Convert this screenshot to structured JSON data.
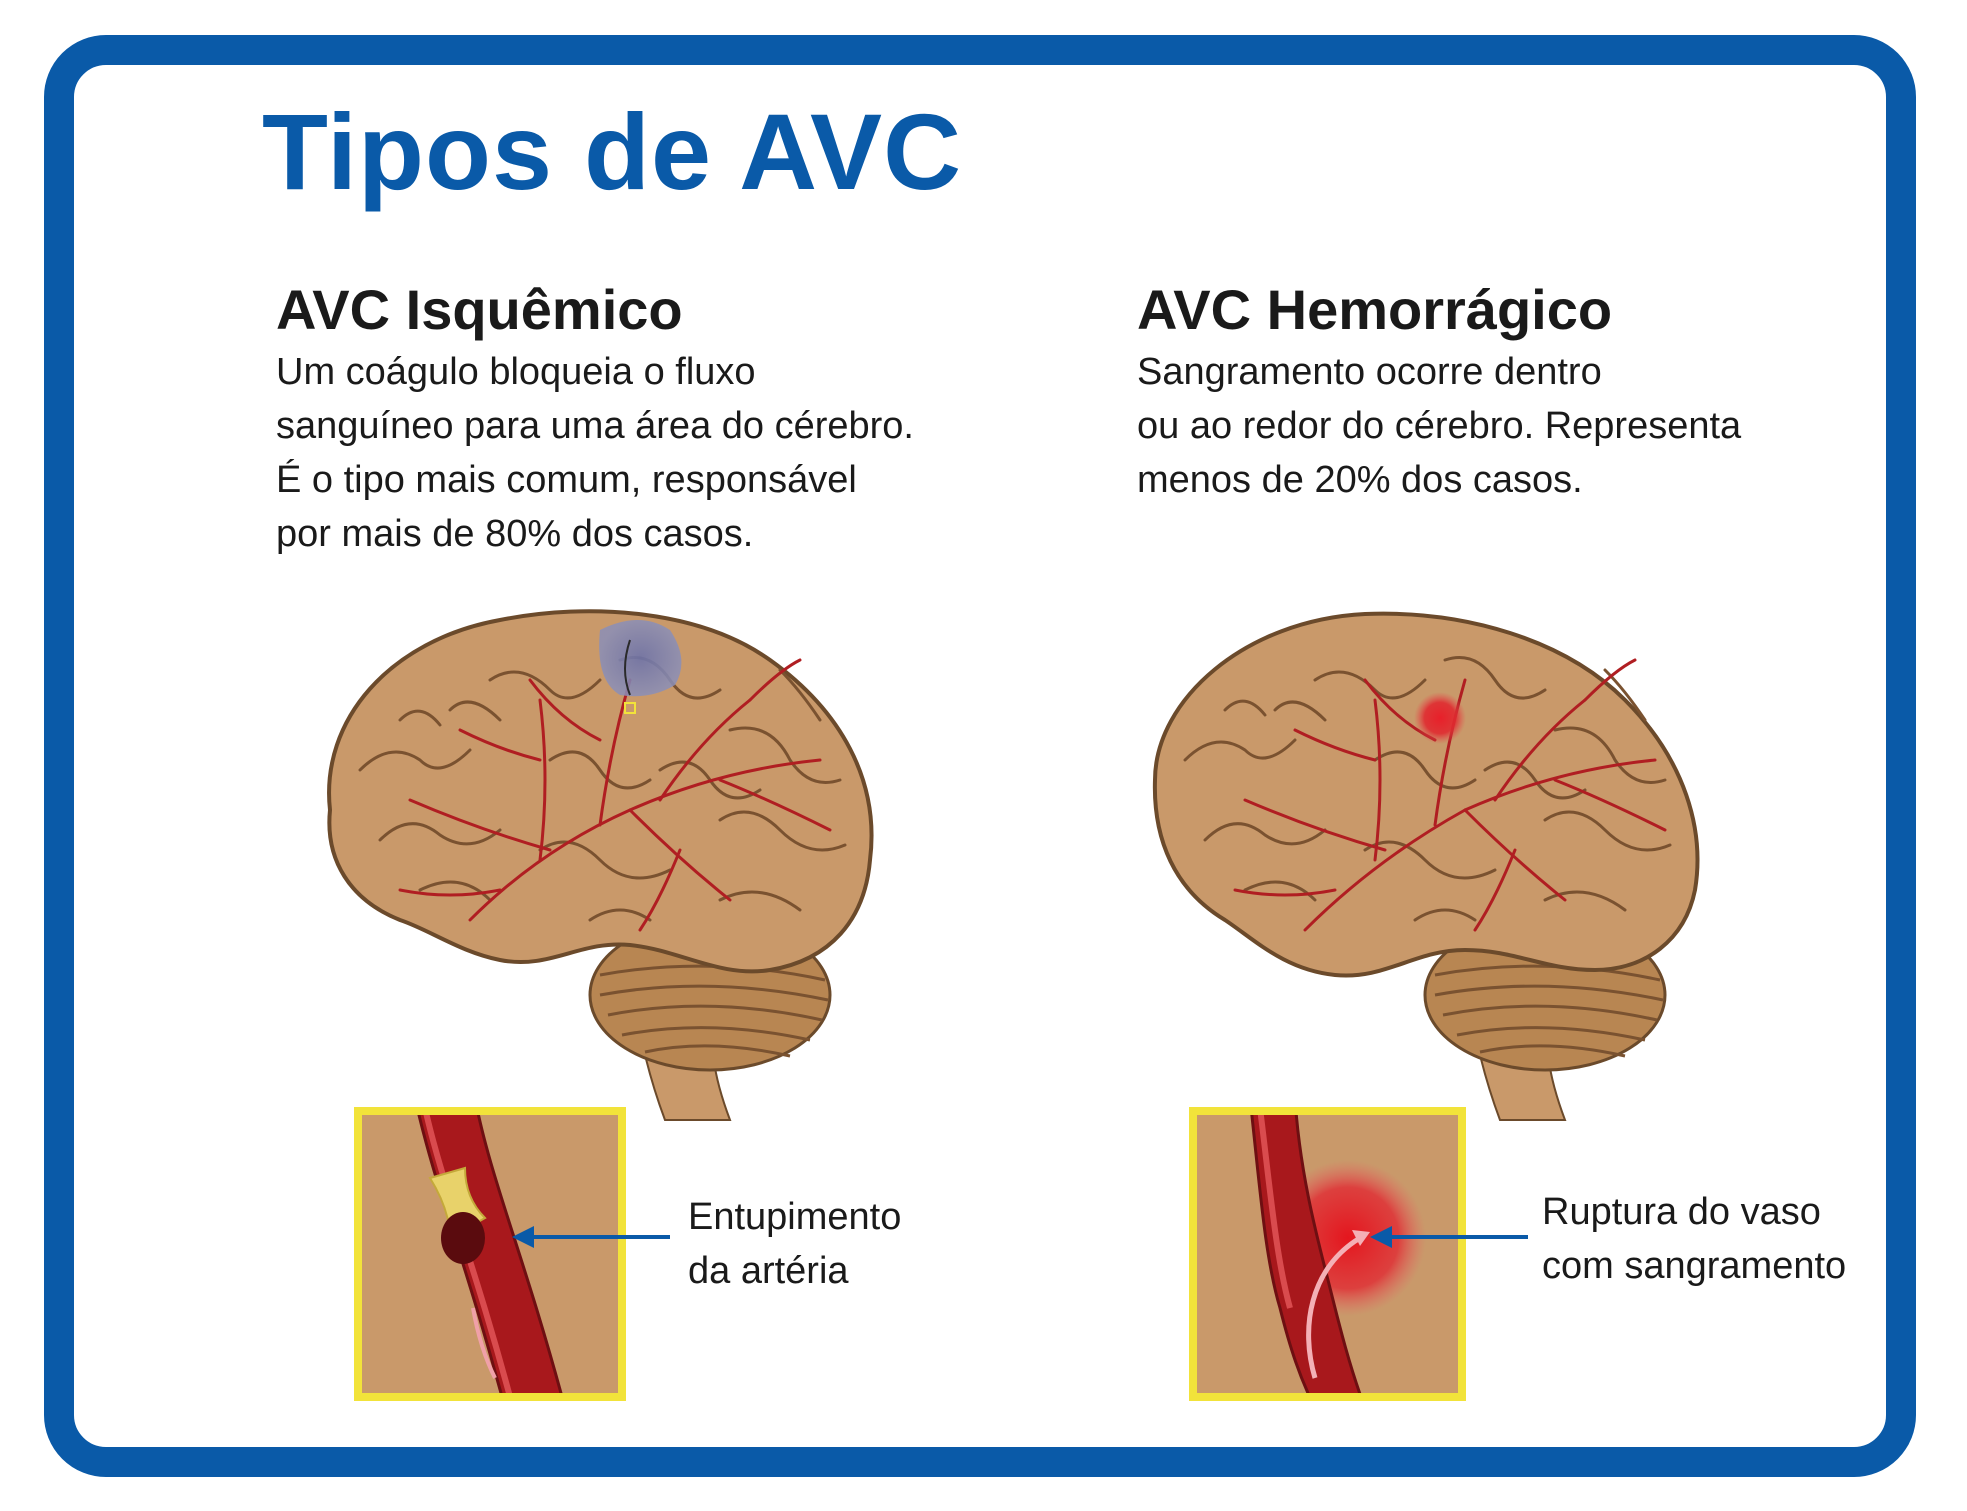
{
  "title": "Tipos de AVC",
  "ischemic": {
    "heading": "AVC Isquêmico",
    "description": [
      "Um coágulo bloqueia o fluxo",
      "sanguíneo para uma área do cérebro.",
      "É o tipo mais comum, responsável",
      "por mais de 80% dos casos."
    ],
    "caption": [
      "Entupimento",
      "da artéria"
    ]
  },
  "hemorrhagic": {
    "heading": "AVC Hemorrágico",
    "description": [
      "Sangramento ocorre dentro",
      "ou ao redor do cérebro. Representa",
      "menos de 20% dos casos."
    ],
    "caption": [
      "Ruptura do vaso",
      "com sangramento"
    ]
  },
  "colors": {
    "frame": "#0a5aa8",
    "brain": "#c9996a",
    "brain_outline": "#6b4a2b",
    "vessel": "#b01e22",
    "inset_border": "#f2e33a",
    "clot_highlight": "#7a7fb0"
  }
}
